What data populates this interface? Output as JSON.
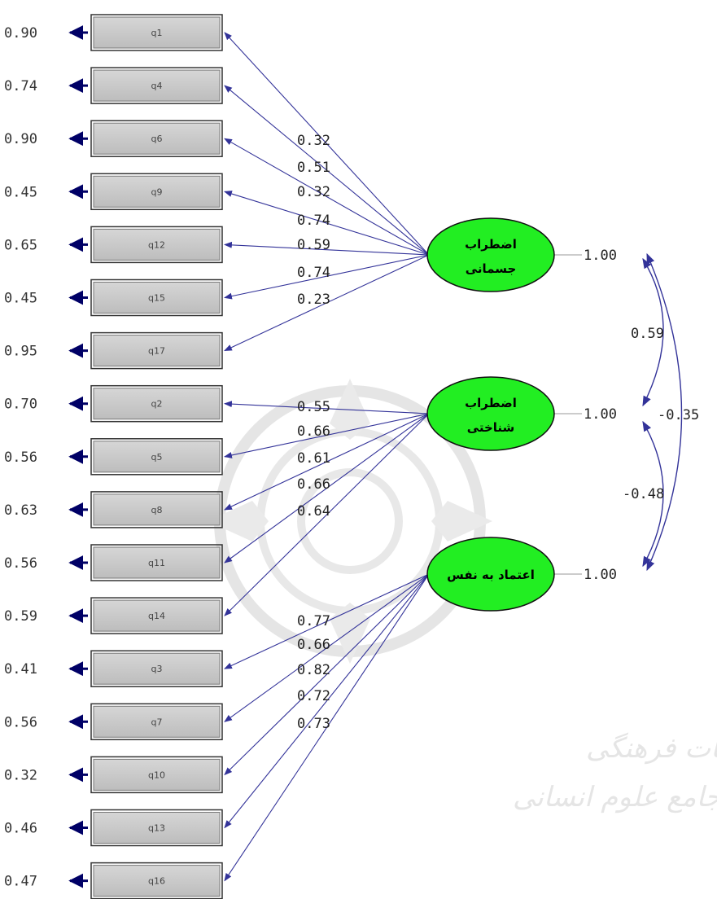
{
  "indicators": [
    {
      "label": "q1",
      "error": "0.90"
    },
    {
      "label": "q4",
      "error": "0.74"
    },
    {
      "label": "q6",
      "error": "0.90"
    },
    {
      "label": "q9",
      "error": "0.45"
    },
    {
      "label": "q12",
      "error": "0.65"
    },
    {
      "label": "q15",
      "error": "0.45"
    },
    {
      "label": "q17",
      "error": "0.95"
    },
    {
      "label": "q2",
      "error": "0.70"
    },
    {
      "label": "q5",
      "error": "0.56"
    },
    {
      "label": "q8",
      "error": "0.63"
    },
    {
      "label": "q11",
      "error": "0.56"
    },
    {
      "label": "q14",
      "error": "0.59"
    },
    {
      "label": "q3",
      "error": "0.41"
    },
    {
      "label": "q7",
      "error": "0.56"
    },
    {
      "label": "q10",
      "error": "0.32"
    },
    {
      "label": "q13",
      "error": "0.46"
    },
    {
      "label": "q16",
      "error": "0.47"
    }
  ],
  "factors": [
    {
      "name_line1": "اضطراب",
      "name_line2": "جسمانی",
      "variance": "1.00",
      "loadings": [
        "0.32",
        "0.51",
        "0.32",
        "0.74",
        "0.59",
        "0.74",
        "0.23"
      ],
      "indicator_indices": [
        0,
        1,
        2,
        3,
        4,
        5,
        6
      ]
    },
    {
      "name_line1": "اضطراب",
      "name_line2": "شناختی",
      "variance": "1.00",
      "loadings": [
        "0.55",
        "0.66",
        "0.61",
        "0.66",
        "0.64"
      ],
      "indicator_indices": [
        7,
        8,
        9,
        10,
        11
      ]
    },
    {
      "name_line1": "اعتماد به نفس",
      "name_line2": "",
      "variance": "1.00",
      "loadings": [
        "0.77",
        "0.66",
        "0.82",
        "0.72",
        "0.73"
      ],
      "indicator_indices": [
        12,
        13,
        14,
        15,
        16
      ]
    }
  ],
  "correlations": [
    {
      "between": [
        0,
        1
      ],
      "value": "0.59"
    },
    {
      "between": [
        1,
        2
      ],
      "value": "-0.48"
    },
    {
      "between": [
        0,
        2
      ],
      "value": "-0.35"
    }
  ],
  "colors": {
    "factor_fill": "#22ee22",
    "arrow": "#333399",
    "box_fill": "#cccccc",
    "watermark": "#cfcfcf"
  },
  "watermark": {
    "line1": "پژوهشگاه علوم انسانی و مطالعات فرهنگی",
    "line2": "پرتال جامع علوم انسانی"
  }
}
